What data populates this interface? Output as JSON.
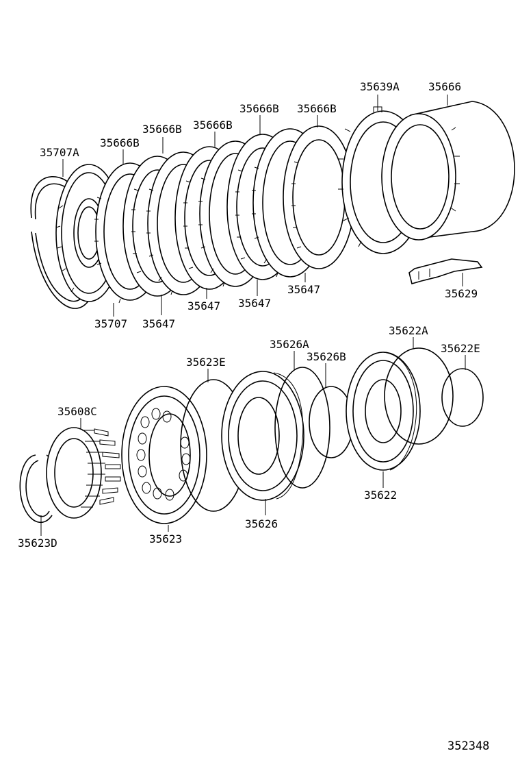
{
  "labels": {
    "p35707A": "35707A",
    "p35666B_1": "35666B",
    "p35666B_2": "35666B",
    "p35666B_3": "35666B",
    "p35666B_4": "35666B",
    "p35666B_5": "35666B",
    "p35639A": "35639A",
    "p35666": "35666",
    "p35707": "35707",
    "p35647_1": "35647",
    "p35647_2": "35647",
    "p35647_3": "35647",
    "p35647_4": "35647",
    "p35629": "35629",
    "p35626A": "35626A",
    "p35622A": "35622A",
    "p35623E": "35623E",
    "p35626B": "35626B",
    "p35622E": "35622E",
    "p35608C": "35608C",
    "p35622": "35622",
    "p35626": "35626",
    "p35623": "35623",
    "p35623D": "35623D"
  },
  "diagram_code": "352348"
}
